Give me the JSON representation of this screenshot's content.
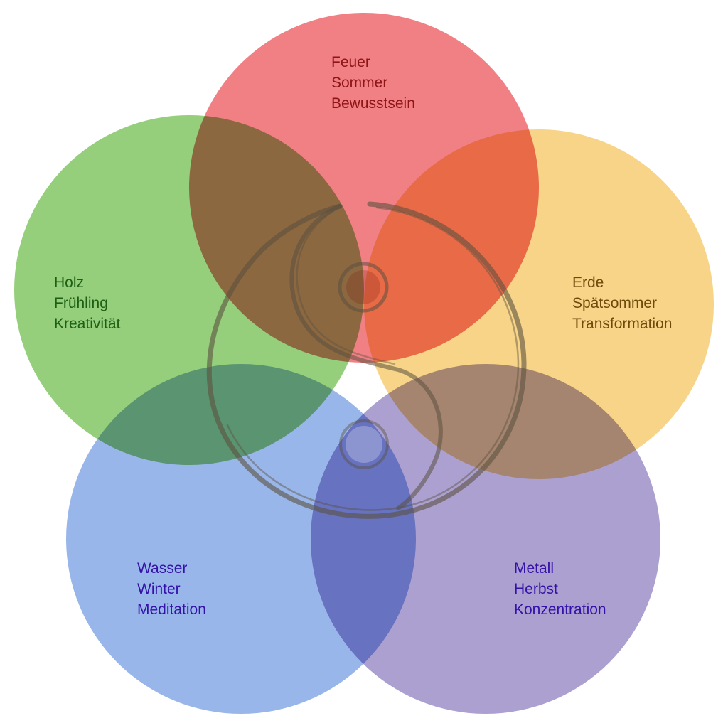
{
  "elements": [
    {
      "id": "fire",
      "lines": [
        "Feuer",
        "Sommer",
        "Bewusstsein"
      ],
      "fill": "#ed6a6f",
      "text_color": "#8e1416"
    },
    {
      "id": "earth",
      "lines": [
        "Erde",
        "Spätsommer",
        "Transformation"
      ],
      "fill": "#f6cd73",
      "text_color": "#6e4a0b"
    },
    {
      "id": "metal",
      "lines": [
        "Metall",
        "Herbst",
        "Konzentration"
      ],
      "fill": "#9e8fc9",
      "text_color": "#3412a8"
    },
    {
      "id": "water",
      "lines": [
        "Wasser",
        "Winter",
        "Meditation"
      ],
      "fill": "#87a9e6",
      "text_color": "#3412a8"
    },
    {
      "id": "wood",
      "lines": [
        "Holz",
        "Frühling",
        "Kreativität"
      ],
      "fill": "#82c764",
      "text_color": "#1d5f14"
    }
  ],
  "center_symbol": {
    "icon": "yin-yang-brush-icon",
    "stroke_color": "#5b5140"
  }
}
